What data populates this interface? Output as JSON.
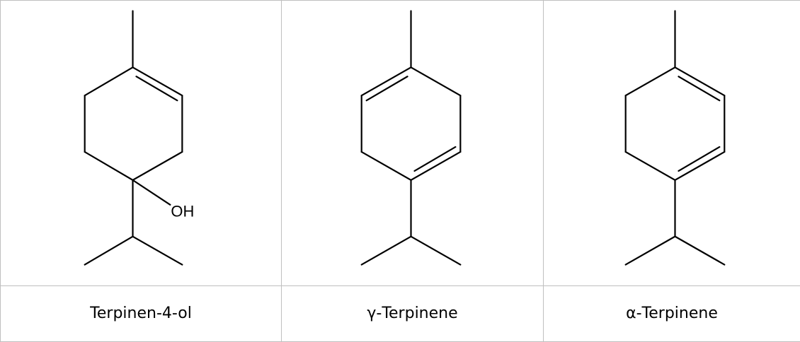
{
  "compounds": [
    {
      "name": "Terpinen-4-ol",
      "atom_label": "OH"
    },
    {
      "name": "γ-Terpinene"
    },
    {
      "name": "α-Terpinene"
    }
  ],
  "colors": {
    "grid": "#bfbfbf",
    "ink": "#000000",
    "background": "#ffffff"
  }
}
